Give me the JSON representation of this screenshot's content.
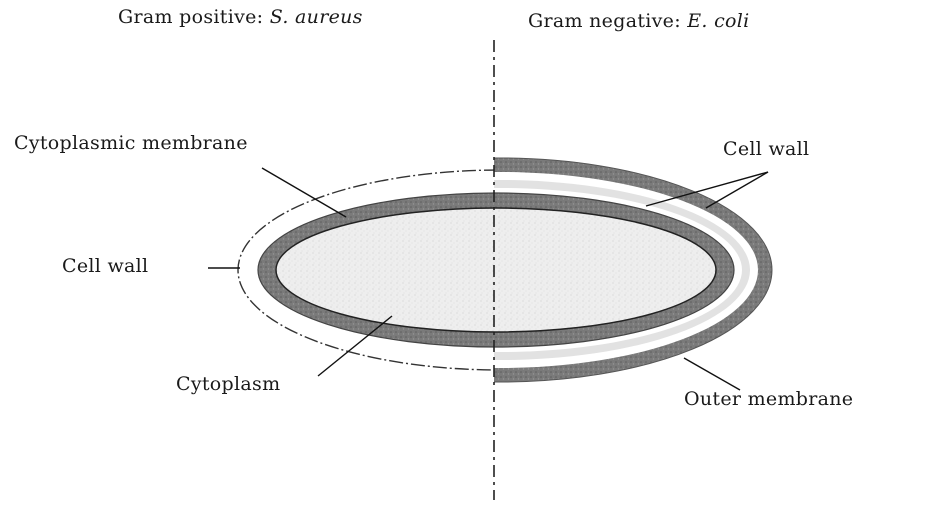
{
  "titles": {
    "left_prefix": "Gram positive:",
    "left_species": "S. aureus",
    "right_prefix": "Gram negative:",
    "right_species": "E. coli"
  },
  "labels": {
    "cytoplasmic_membrane": "Cytoplasmic membrane",
    "cell_wall_left": "Cell wall",
    "cytoplasm": "Cytoplasm",
    "cell_wall_right": "Cell wall",
    "outer_membrane": "Outer membrane"
  },
  "colors": {
    "background": "#ffffff",
    "ink": "#1a1a1a",
    "membrane": "#7d7d7d",
    "outer_membrane": "#6e6e6e",
    "cytoplasm": "#ededed",
    "periplasm": "#d9d9d9"
  }
}
